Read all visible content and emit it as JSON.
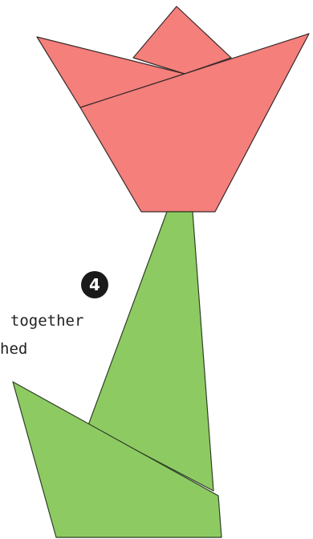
{
  "diagram": {
    "step_number": "4",
    "caption_lines": [
      "n together",
      "hed"
    ],
    "colors": {
      "flower_fill": "#f47f7b",
      "flower_stroke": "#3a2a2a",
      "leaf_fill": "#8dcb62",
      "leaf_stroke": "#2f3f26",
      "badge_fill": "#1a1a1a",
      "badge_text": "#ffffff",
      "caption_text": "#222222"
    }
  }
}
